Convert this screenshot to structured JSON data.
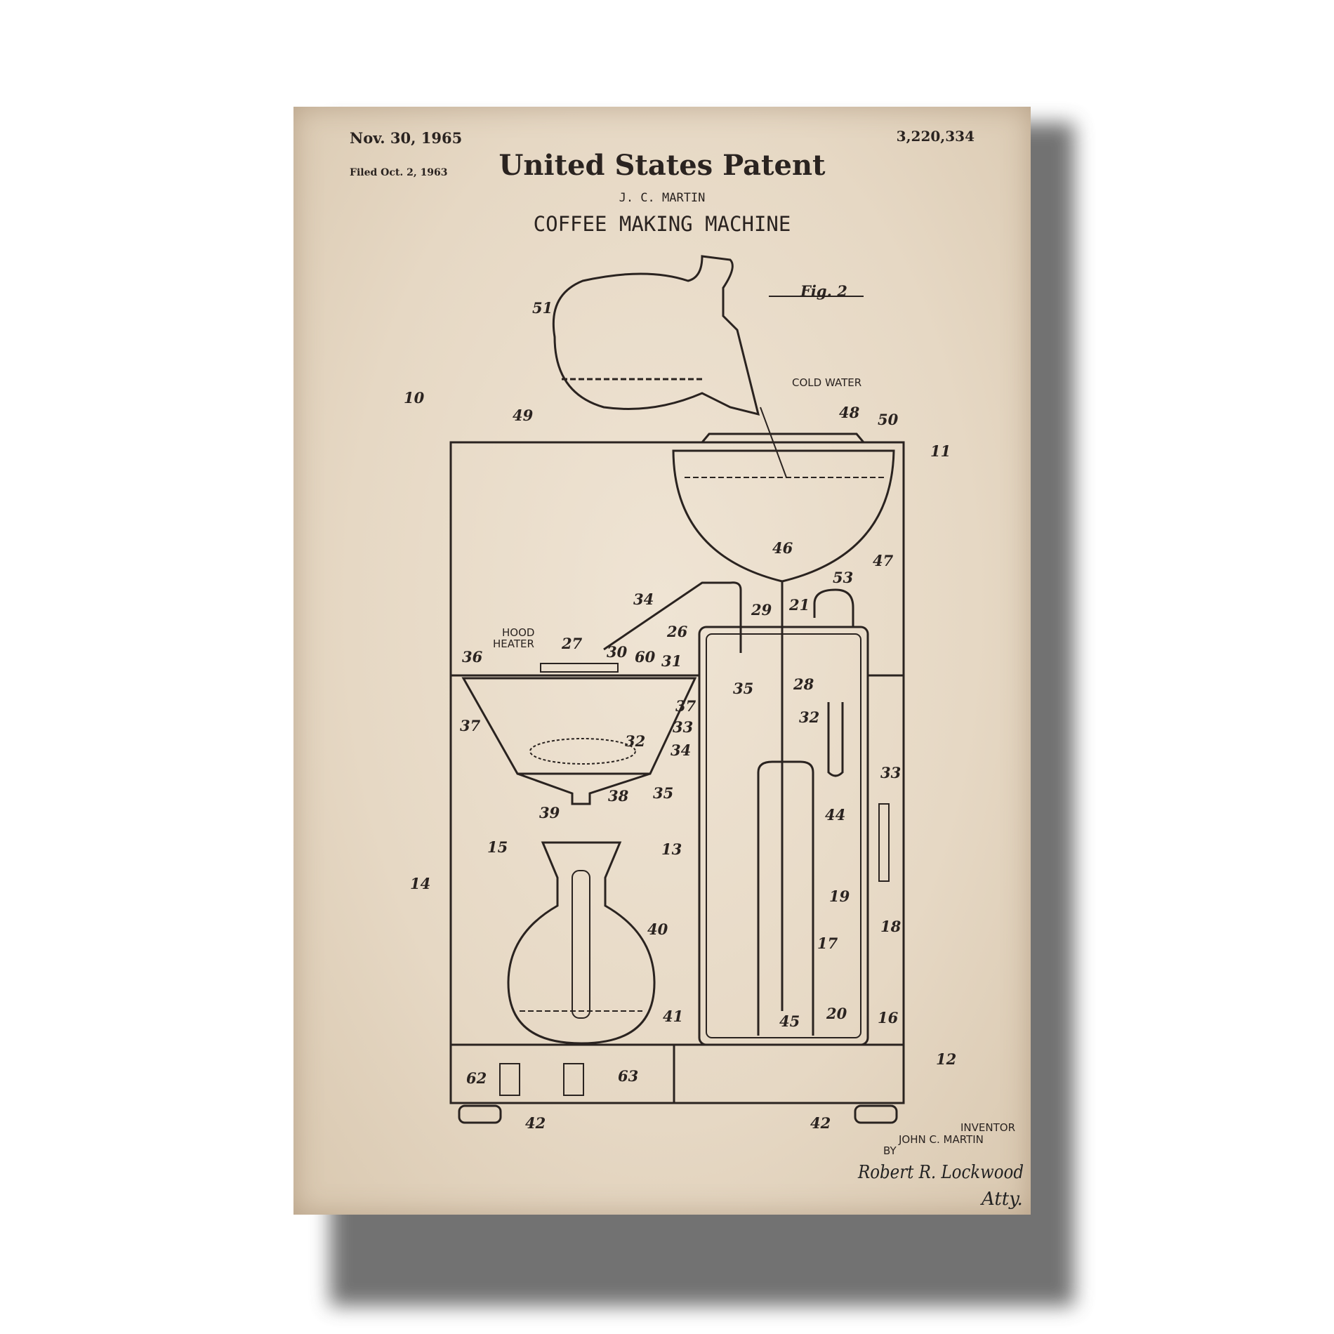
{
  "header": {
    "date": "Nov. 30, 1965",
    "filed": "Filed Oct. 2, 1963",
    "patent_number": "3,220,334",
    "title": "United States Patent",
    "inventor_short": "J. C. MARTIN",
    "invention": "COFFEE MAKING MACHINE"
  },
  "figure": {
    "label": "Fig. 2",
    "cold_water": "COLD WATER",
    "hood_heater_1": "HOOD",
    "hood_heater_2": "HEATER",
    "refs": [
      "51",
      "10",
      "49",
      "48",
      "50",
      "11",
      "46",
      "47",
      "53",
      "34",
      "29",
      "21",
      "26",
      "27",
      "30",
      "60",
      "31",
      "36",
      "35",
      "28",
      "37",
      "37",
      "33",
      "32",
      "32",
      "34",
      "38",
      "35",
      "33",
      "39",
      "44",
      "15",
      "13",
      "14",
      "19",
      "40",
      "18",
      "17",
      "45",
      "20",
      "16",
      "41",
      "12",
      "62",
      "63",
      "42",
      "42"
    ]
  },
  "footer": {
    "inventor_caption": "INVENTOR",
    "inventor_name": "JOHN C. MARTIN",
    "by": "BY",
    "signature": "Robert R. Lockwood",
    "atty": "Atty."
  },
  "colors": {
    "paper": "#e8dbc8",
    "ink": "#2a2320",
    "shadow": "#5a5a5a"
  }
}
